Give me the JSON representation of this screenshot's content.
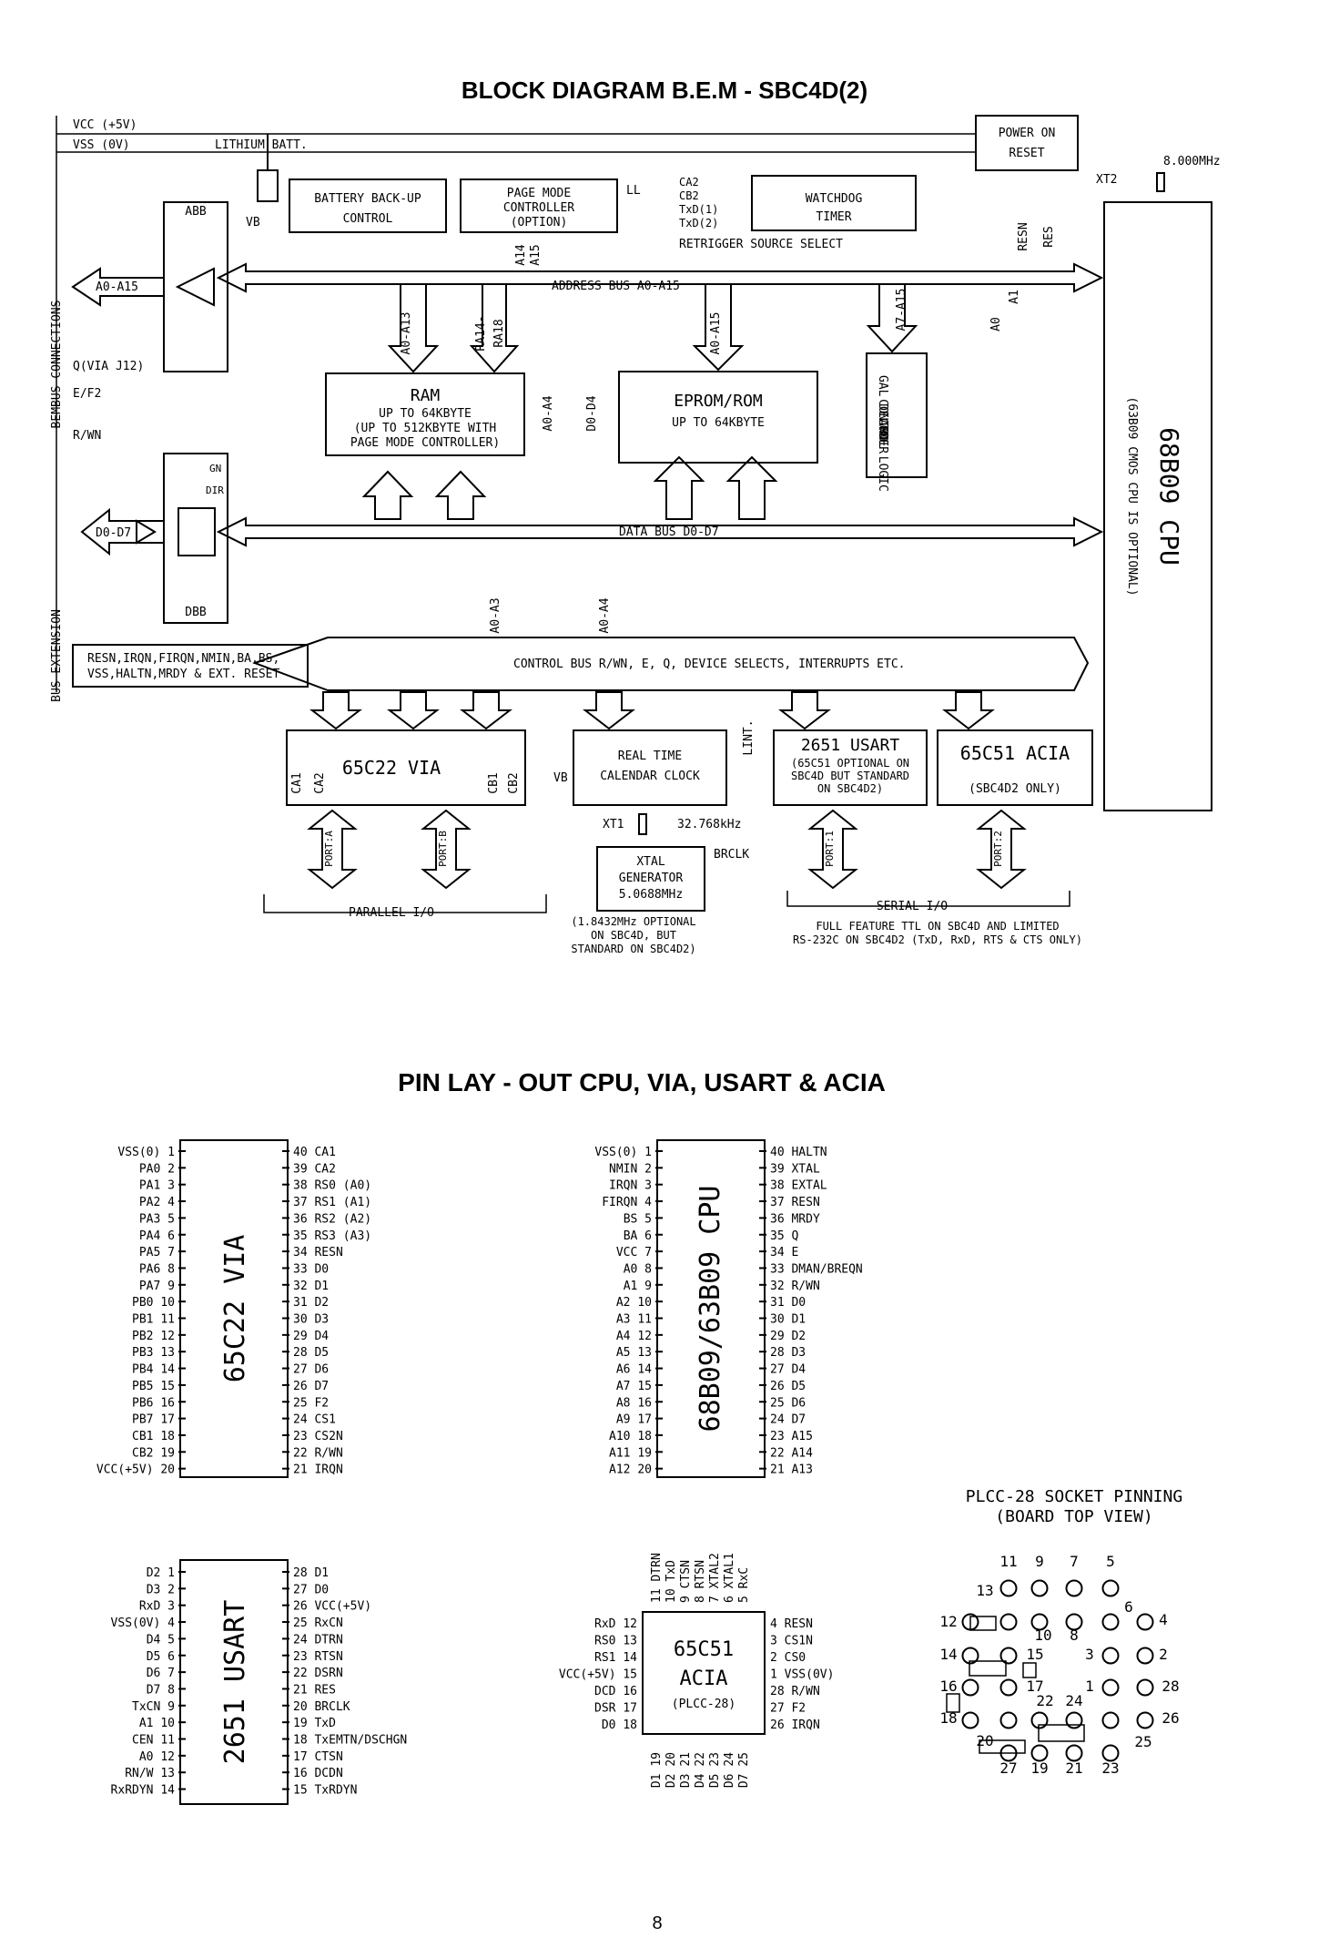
{
  "block_diagram": {
    "title": "BLOCK DIAGRAM B.E.M - SBC4D(2)",
    "rails": {
      "vcc": "VCC (+5V)",
      "vss": "VSS (0V)",
      "lithium": "LITHIUM BATT."
    },
    "side_labels": {
      "bembus": "BEMBUS CONNECTIONS",
      "extension": "BUS EXTENSION"
    },
    "blocks": {
      "power_on_reset": [
        "POWER ON",
        "RESET"
      ],
      "battery": [
        "BATTERY BACK-UP",
        "CONTROL"
      ],
      "page_mode": [
        "PAGE MODE",
        "CONTROLLER",
        "(OPTION)"
      ],
      "watchdog": [
        "WATCHDOG",
        "TIMER"
      ],
      "abb": "ABB",
      "dbb": "DBB",
      "ram": [
        "RAM",
        "UP TO 64KBYTE",
        "(UP TO 512KBYTE WITH",
        "PAGE MODE CONTROLLER)"
      ],
      "eprom": [
        "EPROM/ROM",
        "UP TO 64KBYTE"
      ],
      "gal": [
        "GAL DECODER",
        "AND",
        "CONTROL LOGIC"
      ],
      "cpu": "68B09 CPU",
      "cpu_note": "(63B09 CMOS CPU IS OPTIONAL)",
      "via": "65C22 VIA",
      "rtc": [
        "REAL TIME",
        "CALENDAR CLOCK"
      ],
      "usart": [
        "2651 USART",
        "(65C51 OPTIONAL ON",
        "SBC4D BUT STANDARD",
        "ON SBC4D2)"
      ],
      "acia": [
        "65C51 ACIA",
        "(SBC4D2 ONLY)"
      ],
      "xtal_gen": [
        "XTAL",
        "GENERATOR",
        "5.0688MHz"
      ]
    },
    "buses": {
      "address": "ADDRESS BUS   A0-A15",
      "data": "DATA BUS   D0-D7",
      "control": "CONTROL BUS   R/WN, E, Q, DEVICE SELECTS, INTERRUPTS ETC."
    },
    "labels": {
      "vb": "VB",
      "ll": "LL",
      "a0a15_left": "A0-A15",
      "d0d7_left": "D0-D7",
      "qvia": "Q(VIA J12)",
      "ef2": "E/F2",
      "rwn": "R/WN",
      "gn": "GN",
      "dir": "DIR",
      "xt2": "XT2",
      "clk8": "8.000MHz",
      "resn": "RESN",
      "res": "RES",
      "ctrl_ext": [
        "RESN,IRQN,FIRQN,NMIN,BA,BS,",
        "VSS,HALTN,MRDY & EXT. RESET"
      ],
      "retrigger": [
        "CA2",
        "CB2",
        "TxD(1)",
        "TxD(2)",
        "RETRIGGER SOURCE SELECT"
      ],
      "ram_a0a13": "A0-A13",
      "ram_a14": "RA14-",
      "ram_a18": "RA18",
      "a0a4": "A0-A4",
      "d0d4": "D0-D4",
      "eprom_a": "A0-A15",
      "gal_a": "A7-A15",
      "a0": "A0",
      "a1": "A1",
      "a14": "A14",
      "a15": "A15",
      "a0a3": "A0-A3",
      "a0a4b": "A0-A4",
      "ca1": "CA1",
      "ca2": "CA2",
      "cb1": "CB1",
      "cb2": "CB2",
      "lint": "LINT.",
      "xt1": "XT1",
      "khz": "32.768kHz",
      "brclk": "BRCLK",
      "porta": "PORT:A",
      "portb": "PORT:B",
      "port1": "PORT:1",
      "port2": "PORT:2",
      "parallel_io": "PARALLEL I/O",
      "serial_io": "SERIAL I/O",
      "opt_note": [
        "(1.8432MHz OPTIONAL",
        "ON SBC4D, BUT",
        "STANDARD ON SBC4D2)"
      ],
      "serial_note": [
        "FULL FEATURE TTL ON SBC4D AND LIMITED",
        "RS-232C ON SBC4D2 (TxD, RxD, RTS & CTS ONLY)"
      ]
    }
  },
  "pinout": {
    "title": "PIN LAY - OUT CPU, VIA, USART & ACIA",
    "via": {
      "name": "65C22 VIA",
      "left": [
        "VSS(0)",
        "PA0",
        "PA1",
        "PA2",
        "PA3",
        "PA4",
        "PA5",
        "PA6",
        "PA7",
        "PB0",
        "PB1",
        "PB2",
        "PB3",
        "PB4",
        "PB5",
        "PB6",
        "PB7",
        "CB1",
        "CB2",
        "VCC(+5V)"
      ],
      "right": [
        "CA1",
        "CA2",
        "RS0 (A0)",
        "RS1 (A1)",
        "RS2 (A2)",
        "RS3 (A3)",
        "RESN",
        "D0",
        "D1",
        "D2",
        "D3",
        "D4",
        "D5",
        "D6",
        "D7",
        "F2",
        "CS1",
        "CS2N",
        "R/WN",
        "IRQN"
      ]
    },
    "cpu": {
      "name": "68B09/63B09 CPU",
      "left": [
        "VSS(0)",
        "NMIN",
        "IRQN",
        "FIRQN",
        "BS",
        "BA",
        "VCC",
        "A0",
        "A1",
        "A2",
        "A3",
        "A4",
        "A5",
        "A6",
        "A7",
        "A8",
        "A9",
        "A10",
        "A11",
        "A12"
      ],
      "right": [
        "HALTN",
        "XTAL",
        "EXTAL",
        "RESN",
        "MRDY",
        "Q",
        "E",
        "DMAN/BREQN",
        "R/WN",
        "D0",
        "D1",
        "D2",
        "D3",
        "D4",
        "D5",
        "D6",
        "D7",
        "A15",
        "A14",
        "A13"
      ]
    },
    "usart": {
      "name": "2651 USART",
      "left": [
        "D2",
        "D3",
        "RxD",
        "VSS(0V)",
        "D4",
        "D5",
        "D6",
        "D7",
        "TxCN",
        "A1",
        "CEN",
        "A0",
        "RN/W",
        "RxRDYN"
      ],
      "right": [
        "D1",
        "D0",
        "VCC(+5V)",
        "RxCN",
        "DTRN",
        "RTSN",
        "DSRN",
        "RES",
        "BRCLK",
        "TxD",
        "TxEMTN/DSCHGN",
        "CTSN",
        "DCDN",
        "TxRDYN"
      ]
    },
    "acia": {
      "name": [
        "65C51",
        "ACIA",
        "(PLCC-28)"
      ],
      "top": [
        "11 DTRN",
        "10 TxD",
        "9 CTSN",
        "8 RTSN",
        "7 XTAL2",
        "6 XTAL1",
        "5 RxC"
      ],
      "left": [
        "RxD 12",
        "RS0 13",
        "RS1 14",
        "VCC(+5V) 15",
        "DCD 16",
        "DSR 17",
        "D0 18"
      ],
      "right": [
        "4 RESN",
        "3 CS1N",
        "2 CS0",
        "1 VSS(0V)",
        "28 R/WN",
        "27 F2",
        "26 IRQN"
      ],
      "bottom": [
        "D1 19",
        "D2 20",
        "D3 21",
        "D4 22",
        "D5 23",
        "D6 24",
        "D7 25"
      ]
    },
    "plcc_socket": {
      "title": [
        "PLCC-28 SOCKET PINNING",
        "(BOARD TOP VIEW)"
      ],
      "numbers": [
        "11",
        "9",
        "7",
        "5",
        "13",
        "6",
        "12",
        "4",
        "10",
        "8",
        "14",
        "15",
        "3",
        "2",
        "16",
        "17",
        "1",
        "28",
        "22",
        "24",
        "18",
        "26",
        "20",
        "27",
        "19",
        "21",
        "23",
        "25"
      ]
    }
  },
  "page_number": "8"
}
